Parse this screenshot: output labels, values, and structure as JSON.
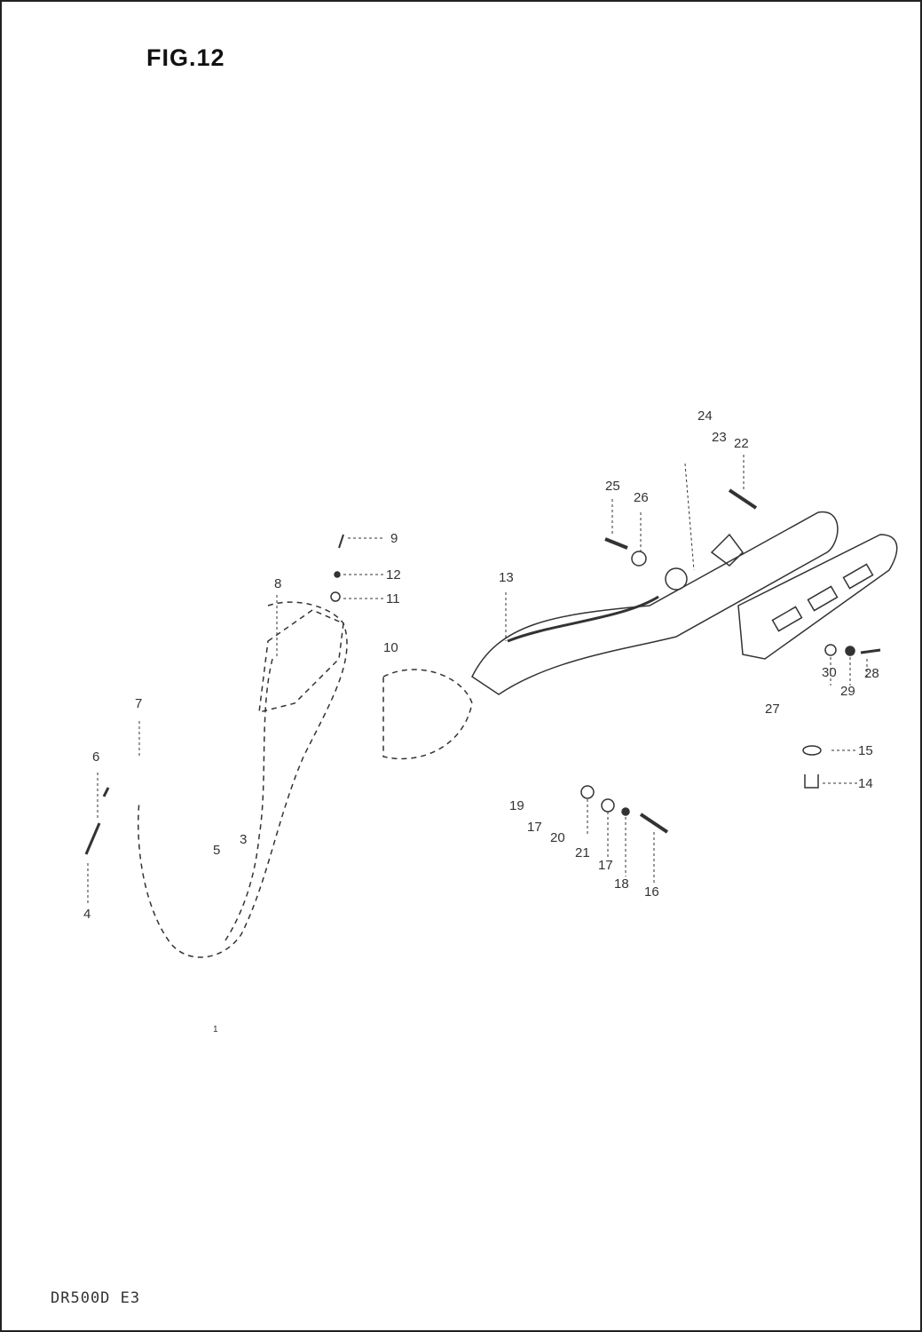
{
  "figure": {
    "title": "FIG.12"
  },
  "footer": {
    "model_code": "DR500D E3"
  },
  "callouts": {
    "p1": "1",
    "p3": "3",
    "p4": "4",
    "p5": "5",
    "p6": "6",
    "p7": "7",
    "p8": "8",
    "p9": "9",
    "p10": "10",
    "p11": "11",
    "p12": "12",
    "p13": "13",
    "p14": "14",
    "p15": "15",
    "p16": "16",
    "p17a": "17",
    "p17b": "17",
    "p18": "18",
    "p19": "19",
    "p20": "20",
    "p21": "21",
    "p22": "22",
    "p23": "23",
    "p24": "24",
    "p25": "25",
    "p26": "26",
    "p27": "27",
    "p28": "28",
    "p29": "29",
    "p30": "30"
  }
}
